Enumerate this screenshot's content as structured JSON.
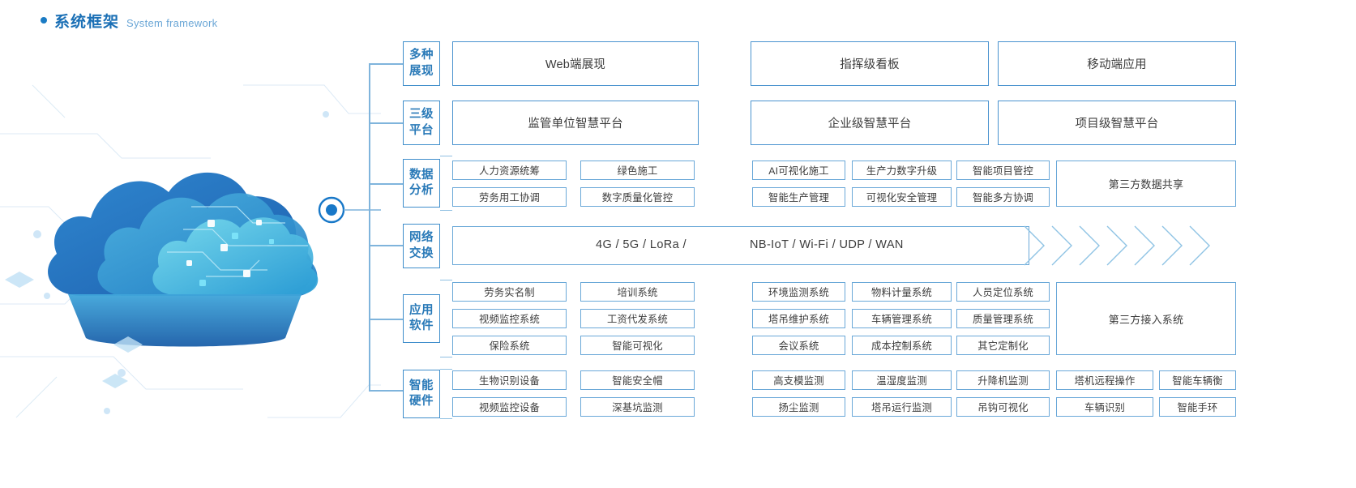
{
  "header": {
    "title_cn": "系统框架",
    "title_en": "System framework",
    "bullet_icon": "dot-icon",
    "accent": "#1a6fb5"
  },
  "artwork": {
    "name": "cloud-network-illustration",
    "colors": {
      "cloud_dark": "#1f6cc0",
      "cloud_mid": "#2f8fd0",
      "cloud_light": "#6fd3e8",
      "node": "#1878c8",
      "bg_line": "#dcecf8"
    }
  },
  "rows": [
    {
      "id": "presentation",
      "label": "多种\n展现",
      "label_line1": "多种",
      "label_line2": "展现",
      "items": [
        "Web端展现",
        "指挥级看板",
        "移动端应用"
      ]
    },
    {
      "id": "platform",
      "label_line1": "三级",
      "label_line2": "平台",
      "items": [
        "监管单位智慧平台",
        "企业级智慧平台",
        "项目级智慧平台"
      ]
    },
    {
      "id": "data-analysis",
      "label_line1": "数据",
      "label_line2": "分析",
      "left_grid": [
        [
          "人力资源统筹",
          "绿色施工"
        ],
        [
          "劳务用工协调",
          "数字质量化管控"
        ]
      ],
      "right_grid": [
        [
          "AI可视化施工",
          "生产力数字升级",
          "智能项目管控"
        ],
        [
          "智能生产管理",
          "可视化安全管理",
          "智能多方协调"
        ]
      ],
      "tail": "第三方数据共享"
    },
    {
      "id": "network",
      "label_line1": "网络",
      "label_line2": "交换",
      "text_left": "4G / 5G / LoRa /",
      "text_right": "NB-IoT / Wi-Fi / UDP / WAN",
      "chevron_count": 7
    },
    {
      "id": "application",
      "label_line1": "应用",
      "label_line2": "软件",
      "left_grid": [
        [
          "劳务实名制",
          "培训系统"
        ],
        [
          "视频监控系统",
          "工资代发系统"
        ],
        [
          "保险系统",
          "智能可视化"
        ]
      ],
      "right_grid": [
        [
          "环境监测系统",
          "物料计量系统",
          "人员定位系统"
        ],
        [
          "塔吊维护系统",
          "车辆管理系统",
          "质量管理系统"
        ],
        [
          "会议系统",
          "成本控制系统",
          "其它定制化"
        ]
      ],
      "tail": "第三方接入系统"
    },
    {
      "id": "hardware",
      "label_line1": "智能",
      "label_line2": "硬件",
      "left_grid": [
        [
          "生物识别设备",
          "智能安全帽"
        ],
        [
          "视频监控设备",
          "深基坑监测"
        ]
      ],
      "right_grid": [
        [
          "高支模监测",
          "温湿度监测",
          "升降机监测"
        ],
        [
          "扬尘监测",
          "塔吊运行监测",
          "吊钩可视化"
        ]
      ],
      "far_grid": [
        [
          "塔机远程操作",
          "智能车辆衡"
        ],
        [
          "车辆识别",
          "智能手环"
        ]
      ]
    }
  ]
}
